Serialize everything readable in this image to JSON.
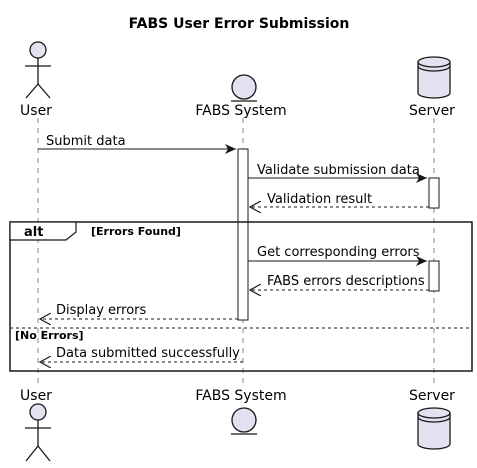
{
  "title": "FABS User Error Submission",
  "participants": {
    "user": {
      "label": "User",
      "icon": "actor-icon"
    },
    "fabs": {
      "label": "FABS System",
      "icon": "entity-icon"
    },
    "server": {
      "label": "Server",
      "icon": "database-icon"
    }
  },
  "messages": [
    {
      "text": "Submit data",
      "from": "User",
      "to": "FABS System",
      "style": "solid"
    },
    {
      "text": "Validate submission data",
      "from": "FABS System",
      "to": "Server",
      "style": "solid"
    },
    {
      "text": "Validation result",
      "from": "Server",
      "to": "FABS System",
      "style": "dashed"
    },
    {
      "text": "Get corresponding errors",
      "from": "FABS System",
      "to": "Server",
      "style": "solid"
    },
    {
      "text": "FABS errors descriptions",
      "from": "Server",
      "to": "FABS System",
      "style": "dashed"
    },
    {
      "text": "Display errors",
      "from": "FABS System",
      "to": "User",
      "style": "dashed"
    },
    {
      "text": "Data submitted successfully",
      "from": "FABS System",
      "to": "User",
      "style": "dashed"
    }
  ],
  "alt": {
    "keyword": "alt",
    "guard1": "[Errors Found]",
    "guard2": "[No Errors]"
  },
  "colors": {
    "participant_fill": "#E2E2F0",
    "line": "#181818",
    "lifeline": "#888888"
  }
}
